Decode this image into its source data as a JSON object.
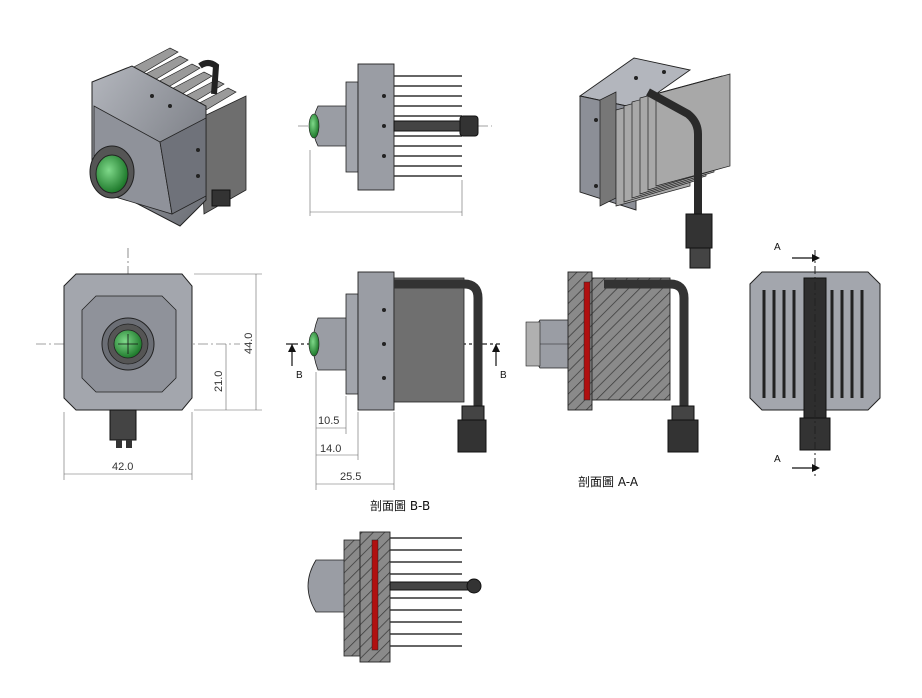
{
  "dimensions": {
    "width": "42.0",
    "height": "44.0",
    "center_height": "21.0",
    "d1": "10.5",
    "d2": "14.0",
    "d3": "25.5"
  },
  "section_labels": {
    "bb": "剖面圖 B-B",
    "aa": "剖面圖 A-A"
  },
  "section_markers": {
    "a": "A",
    "b": "B"
  },
  "colors": {
    "body": "#8c8f97",
    "body_dark": "#5a5d64",
    "heatsink": "#b8b8b8",
    "lens": "#3aa84a",
    "hatch": "#555555",
    "red_layer": "#b01010"
  }
}
